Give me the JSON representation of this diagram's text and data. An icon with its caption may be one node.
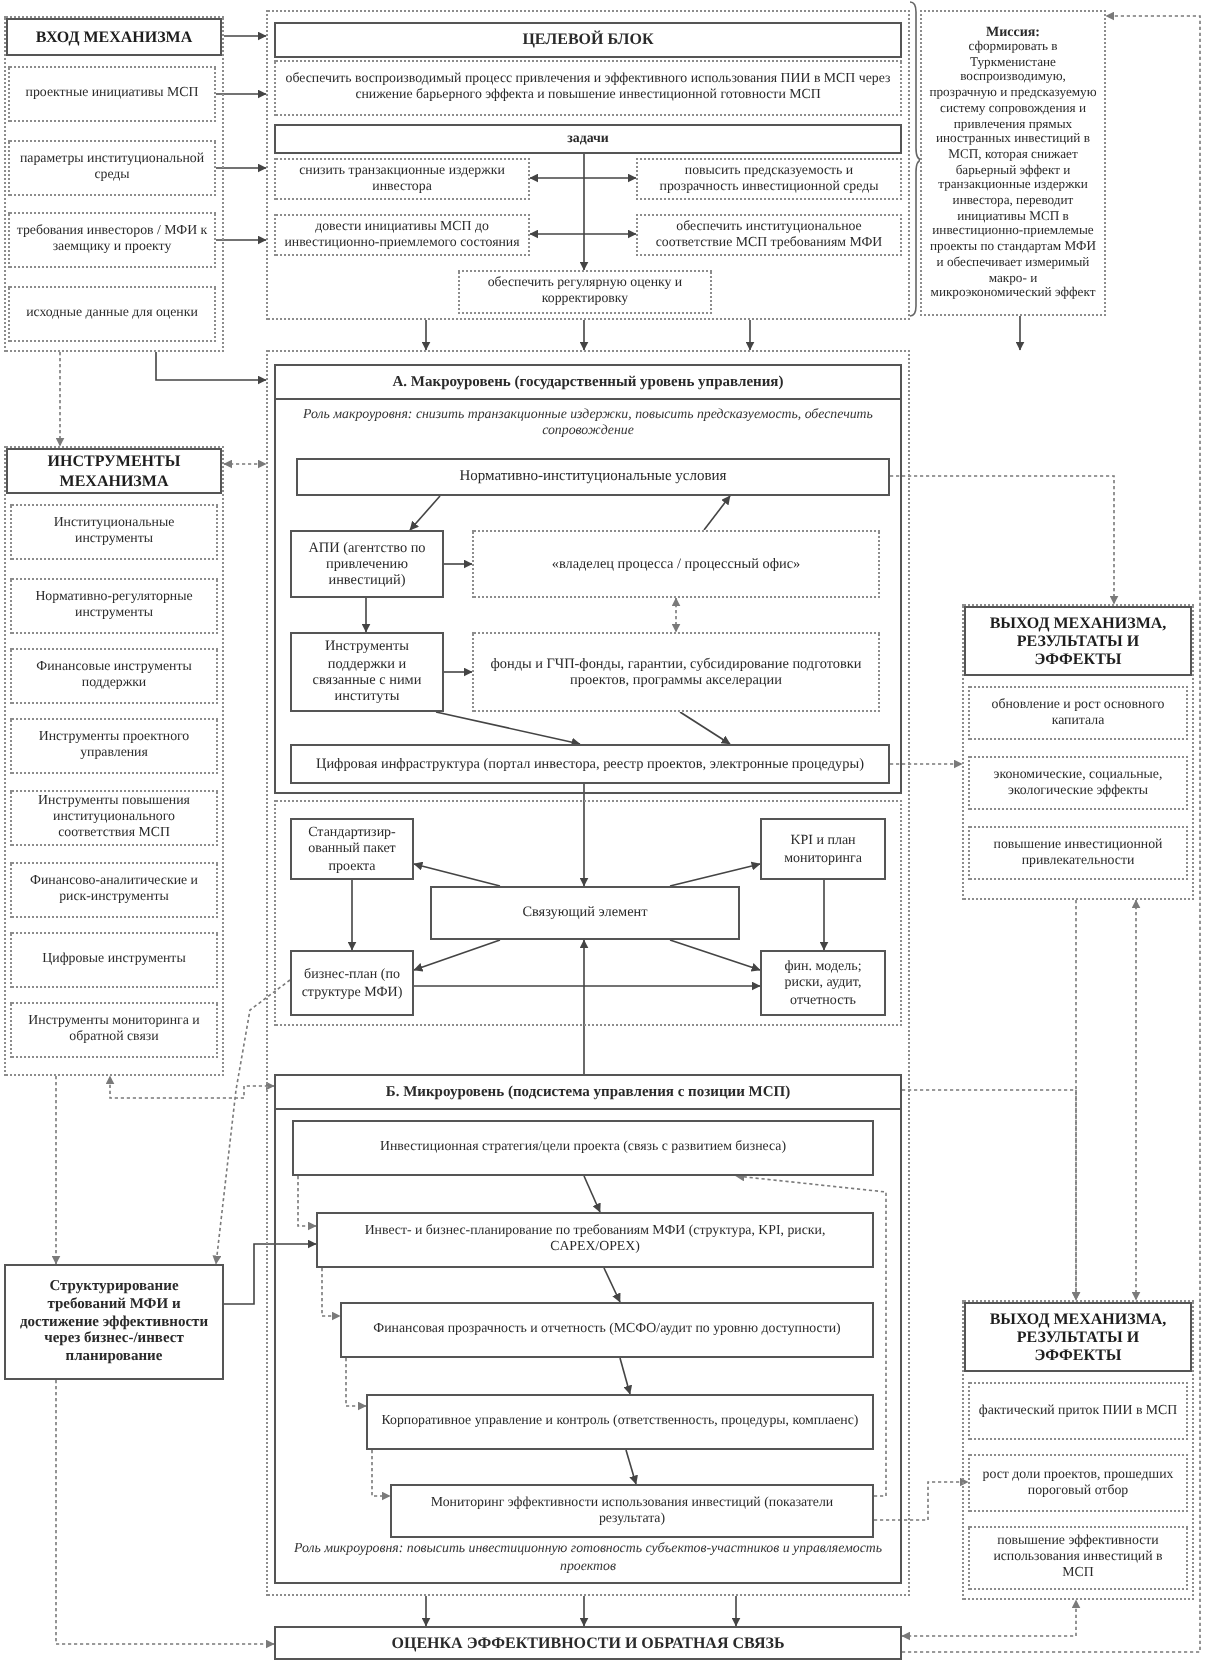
{
  "diagram": {
    "nodes": [
      {
        "text": [
          "ВХОД МЕХАНИЗМА"
        ]
      },
      {
        "text": [
          "проектные инициативы МСП"
        ],
        "in": 0
      },
      {
        "text": [
          "параметры институциональной среды"
        ],
        "in": 0
      },
      {
        "text": [
          "требования инвесторов / МФИ к заемщику и проекту"
        ],
        "in": 0
      },
      {
        "text": [
          "исходные данные для оценки"
        ],
        "in": 0
      },
      {
        "text": [],
        "shape": "box"
      },
      {
        "text": [
          "обеспечить воспроизводимый процесс привлечения и эффективного использования ПИИ в МСП через снижение барьерного эффекта и повышение инвестиционной готовности МСП"
        ],
        "in": 5
      },
      {
        "text": [
          "задачи"
        ],
        "in": 5
      },
      {
        "text": [
          "снизить транзакционные издержки инвестора"
        ],
        "in": 5
      },
      {
        "text": [
          "повысить предсказуемость и прозрачность инвестиционной среды"
        ],
        "in": 5
      },
      {
        "text": [
          "довести инициативы МСП до инвестиционно-приемлемого состояния"
        ],
        "in": 5
      },
      {
        "text": [
          "обеспечить институциональное соответствие МСП требованиям МФИ"
        ],
        "in": 5
      },
      {
        "text": [
          "обеспечить регулярную оценку и корректировку"
        ],
        "in": 5
      },
      {
        "text": [
          "Миссия:",
          "сформировать в Туркменистане воспроизводимую, прозрачную и предсказуемую систему сопровождения и привлечения прямых иностранных инвестиций в МСП, которая снижает барьерный эффект и транзакционные издержки инвестора, переводит инициативы МСП в инвестиционно-приемлемые проекты по стандартам МФИ и обеспечивает измеримый макро- и микроэкономический эффект"
        ]
      },
      {
        "text": [],
        "shape": "box"
      },
      {
        "text": [
          "Роль макроуровня: снизить транзакционные издержки, повысить предсказуемость, обеспечить сопровождение"
        ],
        "in": 14
      },
      {
        "text": [
          "Нормативно-институциональные условия"
        ],
        "in": 15
      },
      {
        "text": [
          "АПИ (агентство по привлечению инвестиций)"
        ],
        "in": 15
      },
      {
        "text": [
          "«владелец процесса / процессный офис»"
        ],
        "in": 15
      },
      {
        "text": [
          "Инструменты поддержки и связанные с ними институты"
        ],
        "in": 15
      },
      {
        "text": [
          "фонды и ГЧП-фонды, гарантии, субсидирование подготовки проектов, программы акселерации"
        ],
        "in": 15
      },
      {
        "text": [
          "Цифровая инфраструктура (портал инвестора, реестр проектов, электронные процедуры)"
        ],
        "in": 15
      },
      {
        "text": [],
        "shape": "box",
        "in": 14
      },
      {
        "text": [
          "Стандартизир-ованный пакет проекта"
        ],
        "in": 22
      },
      {
        "text": [
          "KPI и план мониторинга"
        ],
        "in": 22
      },
      {
        "text": [
          "Связующий элемент"
        ],
        "in": 22
      },
      {
        "text": [
          "бизнес-план (по структуре МФИ)"
        ],
        "in": 22
      },
      {
        "text": [
          "фин. модель; риски, аудит, отчетность"
        ],
        "in": 22
      },
      {
        "text": [
          "Роль микроуровня: повысить инвестиционную готовность субъектов-участников и управляемость проектов"
        ],
        "in": 14
      },
      {
        "text": [
          "Инвестиционная стратегия/цели проекта (связь с развитием бизнеса)"
        ],
        "in": 28
      },
      {
        "text": [
          "Инвест- и бизнес-планирование по требованиям МФИ (структура, KPI, риски, CAPEX/OPEX)"
        ],
        "in": 28
      },
      {
        "text": [
          "Финансовая прозрачность и отчетность (МСФО/аудит по уровню доступности)"
        ],
        "in": 28
      },
      {
        "text": [
          "Корпоративное управление и контроль (ответственность, процедуры, комплаенс)"
        ],
        "in": 28
      },
      {
        "text": [
          "Мониторинг эффективности использования инвестиций (показатели результата)"
        ],
        "in": 28
      },
      {
        "text": [
          "ИНСТРУМЕНТЫ МЕХАНИЗМА"
        ]
      },
      {
        "text": [
          "Институциональные инструменты"
        ],
        "in": 34
      },
      {
        "text": [
          "Нормативно-регуляторные инструменты"
        ],
        "in": 34
      },
      {
        "text": [
          "Финансовые инструменты поддержки"
        ],
        "in": 34
      },
      {
        "text": [
          "Инструменты проектного управления"
        ],
        "in": 34
      },
      {
        "text": [
          "Инструменты повышения институционального соответствия МСП"
        ],
        "in": 34
      },
      {
        "text": [
          "Финансово-аналитические и риск-инструменты"
        ],
        "in": 34
      },
      {
        "text": [
          "Цифровые инструменты"
        ],
        "in": 34
      },
      {
        "text": [
          "Инструменты мониторинга и обратной связи"
        ],
        "in": 34
      },
      {
        "text": [
          "Структурирование требований МФИ и достижение эффективности через бизнес-/инвест планирование"
        ]
      },
      {
        "text": [
          "ОЦЕНКА ЭФФЕКТИВНОСТИ И ОБРАТНАЯ СВЯЗЬ"
        ]
      },
      {
        "text": [
          "ВЫХОД МЕХАНИЗМА, РЕЗУЛЬТАТЫ И ЭФФЕКТЫ"
        ]
      },
      {
        "text": [
          "обновление и рост основного капитала"
        ],
        "in": 45
      },
      {
        "text": [
          "экономические, социальные, экологические эффекты"
        ],
        "in": 45
      },
      {
        "text": [
          "повышение инвестиционной привлекательности"
        ],
        "in": 45
      },
      {
        "text": [
          "ВЫХОД МЕХАНИЗМА, РЕЗУЛЬТАТЫ И ЭФФЕКТЫ"
        ]
      },
      {
        "text": [
          "фактический приток ПИИ в МСП"
        ],
        "in": 49
      },
      {
        "text": [
          "рост доли проектов, прошедших пороговый отбор"
        ],
        "in": 49
      },
      {
        "text": [
          "повышение эффективности использования инвестиций в МСП"
        ],
        "in": 49
      },
      {
        "text": [
          "ЦЕЛЕВОЙ БЛОК"
        ],
        "in": 5
      },
      {
        "text": [
          "А. Макроуровень (государственный уровень управления)"
        ],
        "in": 15
      },
      {
        "text": [
          "Б. Микроуровень (подсистема управления с позиции МСП)"
        ],
        "in": 28
      }
    ],
    "edges": [
      {
        "from": 0,
        "to": 5,
        "arrow": "to"
      },
      {
        "from": 1,
        "to": 5,
        "arrow": "to"
      },
      {
        "from": 2,
        "to": 5,
        "arrow": "to"
      },
      {
        "from": 3,
        "to": 5,
        "arrow": "to"
      },
      {
        "from": 7,
        "to": 12,
        "arrow": "to"
      },
      {
        "from": 8,
        "to": 9,
        "arrow": "both"
      },
      {
        "from": 10,
        "to": 11,
        "arrow": "both"
      },
      {
        "from": 5,
        "to": 14,
        "arrow": "to"
      },
      {
        "from": 5,
        "to": 14,
        "arrow": "to"
      },
      {
        "from": 5,
        "to": 14,
        "arrow": "to"
      },
      {
        "from": 0,
        "to": 34,
        "arrow": "to",
        "style": "dashed"
      },
      {
        "from": 0,
        "to": 14,
        "arrow": "to"
      },
      {
        "from": 34,
        "to": 14,
        "arrow": "both",
        "style": "dashed"
      },
      {
        "from": 16,
        "to": 17,
        "arrow": "to"
      },
      {
        "from": 18,
        "to": 16,
        "arrow": "to"
      },
      {
        "from": 17,
        "to": 18,
        "arrow": "to"
      },
      {
        "from": 17,
        "to": 19,
        "arrow": "to"
      },
      {
        "from": 19,
        "to": 20,
        "arrow": "to"
      },
      {
        "from": 18,
        "to": 20,
        "arrow": "both",
        "style": "dashed"
      },
      {
        "from": 19,
        "to": 21,
        "arrow": "to"
      },
      {
        "from": 20,
        "to": 21,
        "arrow": "to"
      },
      {
        "from": 21,
        "to": 25,
        "arrow": "to"
      },
      {
        "from": 25,
        "to": 23,
        "arrow": "to"
      },
      {
        "from": 25,
        "to": 24,
        "arrow": "to"
      },
      {
        "from": 25,
        "to": 26,
        "arrow": "to"
      },
      {
        "from": 25,
        "to": 27,
        "arrow": "to"
      },
      {
        "from": 23,
        "to": 26,
        "arrow": "to"
      },
      {
        "from": 24,
        "to": 27,
        "arrow": "to"
      },
      {
        "from": 26,
        "to": 27,
        "arrow": "to"
      },
      {
        "from": 28,
        "to": 25,
        "arrow": "to"
      },
      {
        "from": 29,
        "to": 30,
        "arrow": "to"
      },
      {
        "from": 30,
        "to": 31,
        "arrow": "to"
      },
      {
        "from": 31,
        "to": 32,
        "arrow": "to"
      },
      {
        "from": 32,
        "to": 33,
        "arrow": "to"
      },
      {
        "from": 29,
        "to": 30,
        "arrow": "to",
        "style": "dashed"
      },
      {
        "from": 30,
        "to": 31,
        "arrow": "to",
        "style": "dashed"
      },
      {
        "from": 31,
        "to": 32,
        "arrow": "to",
        "style": "dashed"
      },
      {
        "from": 32,
        "to": 33,
        "arrow": "to",
        "style": "dashed"
      },
      {
        "from": 33,
        "to": 29,
        "arrow": "to",
        "style": "dashed"
      },
      {
        "from": 33,
        "to": 51,
        "arrow": "to",
        "style": "dashed"
      },
      {
        "from": 14,
        "to": 44,
        "arrow": "to"
      },
      {
        "from": 14,
        "to": 44,
        "arrow": "to"
      },
      {
        "from": 14,
        "to": 44,
        "arrow": "to"
      },
      {
        "from": 34,
        "to": 43,
        "arrow": "to",
        "style": "dashed"
      },
      {
        "from": 26,
        "to": 43,
        "arrow": "to",
        "style": "dashed"
      },
      {
        "from": 28,
        "to": 34,
        "arrow": "both",
        "style": "dashed"
      },
      {
        "from": 43,
        "to": 30,
        "arrow": "to"
      },
      {
        "from": 43,
        "to": 44,
        "arrow": "to",
        "style": "dashed"
      },
      {
        "from": 21,
        "to": 45,
        "arrow": "to",
        "style": "dashed"
      },
      {
        "from": 16,
        "to": 45,
        "arrow": "to",
        "style": "dashed"
      },
      {
        "from": 13,
        "to": null,
        "arrow": "to"
      },
      {
        "from": 45,
        "to": 49,
        "arrow": "to",
        "style": "dashed"
      },
      {
        "from": 45,
        "to": 49,
        "arrow": "both",
        "style": "dashed"
      },
      {
        "from": 28,
        "to": 49,
        "arrow": "to",
        "style": "dashed"
      },
      {
        "from": 44,
        "to": 49,
        "arrow": "both",
        "style": "dashed"
      },
      {
        "from": 44,
        "to": 13,
        "arrow": "to",
        "style": "dashed"
      }
    ]
  }
}
